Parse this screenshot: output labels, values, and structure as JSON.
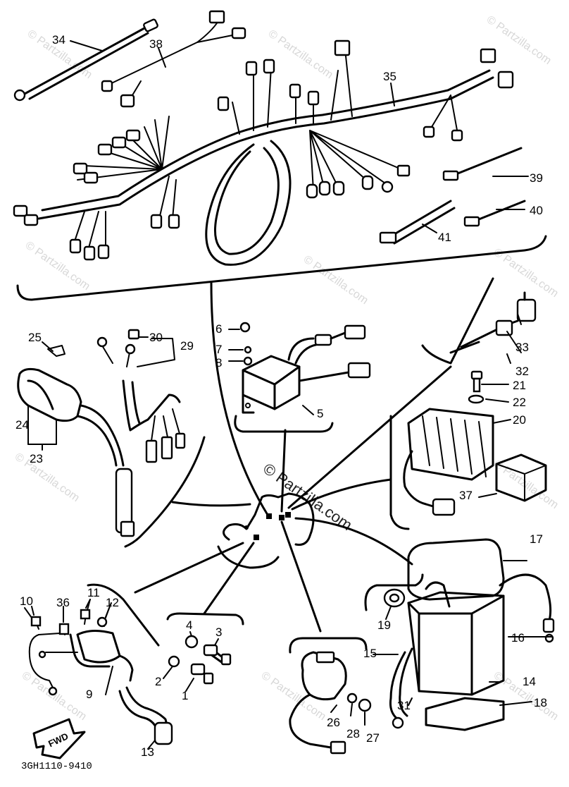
{
  "watermark": {
    "text": "© Partzilla.com",
    "center_text": "© Partzilla.com"
  },
  "diagram_code": "3GH1110-9410",
  "fwd_label": "FWD",
  "parts": [
    {
      "id": "34",
      "label": "34"
    },
    {
      "id": "38",
      "label": "38"
    },
    {
      "id": "35",
      "label": "35"
    },
    {
      "id": "39",
      "label": "39"
    },
    {
      "id": "40",
      "label": "40"
    },
    {
      "id": "41",
      "label": "41"
    },
    {
      "id": "25",
      "label": "25"
    },
    {
      "id": "30",
      "label": "30"
    },
    {
      "id": "29",
      "label": "29"
    },
    {
      "id": "6",
      "label": "6"
    },
    {
      "id": "7",
      "label": "7"
    },
    {
      "id": "8",
      "label": "8"
    },
    {
      "id": "5",
      "label": "5"
    },
    {
      "id": "33",
      "label": "33"
    },
    {
      "id": "32",
      "label": "32"
    },
    {
      "id": "21",
      "label": "21"
    },
    {
      "id": "22",
      "label": "22"
    },
    {
      "id": "20",
      "label": "20"
    },
    {
      "id": "24",
      "label": "24"
    },
    {
      "id": "23",
      "label": "23"
    },
    {
      "id": "37",
      "label": "37"
    },
    {
      "id": "17",
      "label": "17"
    },
    {
      "id": "10",
      "label": "10"
    },
    {
      "id": "36",
      "label": "36"
    },
    {
      "id": "11",
      "label": "11"
    },
    {
      "id": "12",
      "label": "12"
    },
    {
      "id": "4",
      "label": "4"
    },
    {
      "id": "3",
      "label": "3"
    },
    {
      "id": "19",
      "label": "19"
    },
    {
      "id": "16",
      "label": "16"
    },
    {
      "id": "15",
      "label": "15"
    },
    {
      "id": "9",
      "label": "9"
    },
    {
      "id": "2",
      "label": "2"
    },
    {
      "id": "1",
      "label": "1"
    },
    {
      "id": "14",
      "label": "14"
    },
    {
      "id": "31",
      "label": "31"
    },
    {
      "id": "18",
      "label": "18"
    },
    {
      "id": "26",
      "label": "26"
    },
    {
      "id": "28",
      "label": "28"
    },
    {
      "id": "27",
      "label": "27"
    },
    {
      "id": "13",
      "label": "13"
    }
  ]
}
